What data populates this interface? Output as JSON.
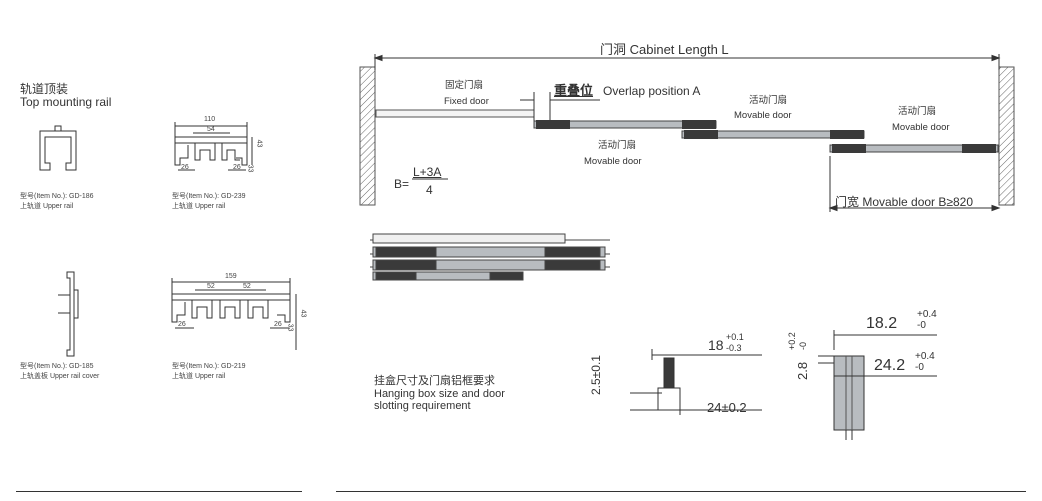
{
  "left_panel": {
    "title_cn": "轨道顶装",
    "title_en": "Top mounting rail",
    "profiles": [
      {
        "code_line": "型号(Item No.): GD-186",
        "desc": "上轨道 Upper rail"
      },
      {
        "code_line": "型号(Item No.): GD-239",
        "desc": "上轨道 Upper rail",
        "dims": [
          "110",
          "54",
          "26",
          "26",
          "43",
          "33"
        ]
      },
      {
        "code_line": "型号(Item No.): GD-185",
        "desc": "上轨盖板 Upper rail cover"
      },
      {
        "code_line": "型号(Item No.): GD-219",
        "desc": "上轨道 Upper rail",
        "dims": [
          "159",
          "52",
          "52",
          "26",
          "26",
          "43",
          "33"
        ]
      }
    ]
  },
  "cabinet": {
    "length_label": "门洞 Cabinet Length L",
    "fixed_door_cn": "固定门扇",
    "fixed_door_en": "Fixed door",
    "overlap_cn": "重叠位",
    "overlap_en": "Overlap position A",
    "movable_cn": "活动门扇",
    "movable_en": "Movable door",
    "formula_lhs": "B=",
    "formula_num": "L+3A",
    "formula_den": "4",
    "door_width_label": "门宽 Movable door B≥820"
  },
  "slotting": {
    "title_cn": "挂盒尺寸及门扇铝框要求",
    "title_en_1": "Hanging box size and door",
    "title_en_2": "slotting requirement",
    "dim_18": "18",
    "dim_18_tol_up": "+0.1",
    "dim_18_tol_dn": "-0.3",
    "dim_25": "2.5±0.1",
    "dim_24": "24±0.2",
    "dim_182": "18.2",
    "dim_182_up": "+0.4",
    "dim_182_dn": "-0",
    "dim_28": "2.8",
    "dim_28_up": "+0.2",
    "dim_28_dn": "-0",
    "dim_242": "24.2",
    "dim_242_up": "+0.4",
    "dim_242_dn": "-0"
  },
  "colors": {
    "line": "#333333",
    "rail": "#b8bcc0",
    "hatch": "#666666"
  }
}
